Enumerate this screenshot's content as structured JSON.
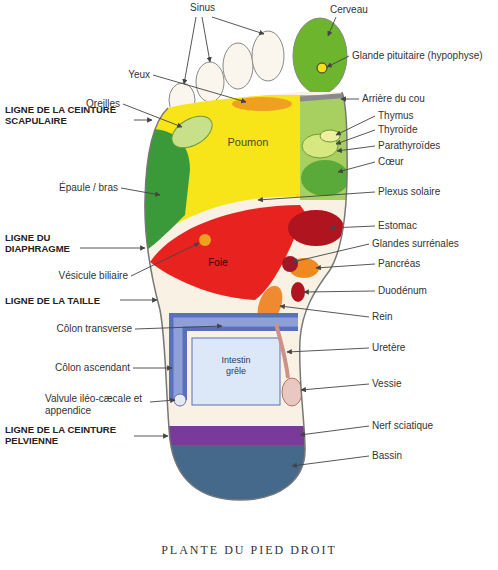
{
  "diagram": {
    "caption": "PLANTE DU PIED DROIT",
    "nodes": [
      {
        "text": [
          "Poumon"
        ]
      },
      {
        "text": [
          "Foie"
        ]
      },
      {
        "text": [
          "Intestin grêle"
        ]
      }
    ],
    "labels": [
      "Sinus",
      "Cerveau",
      "Glande pituitaire (hypophyse)",
      "Yeux",
      "Arrière du cou",
      "Oreilles",
      "LIGNE DE LA CEINTURE SCAPULAIRE",
      "Thymus",
      "Thyroïde",
      "Parathyroïdes",
      "Cœur",
      "Épaule / bras",
      "Plexus solaire",
      "Estomac",
      "LIGNE DU DIAPHRAGME",
      "Glandes surrénales",
      "Vésicule biliaire",
      "Pancréas",
      "Duodénum",
      "LIGNE DE LA TAILLE",
      "Rein",
      "Côlon transverse",
      "Uretère",
      "Côlon ascendant",
      "Vessie",
      "Valvule iléo-cæcale et appendice",
      "Nerf sciatique",
      "LIGNE DE LA CEINTURE PELVIENNE",
      "Bassin"
    ]
  }
}
